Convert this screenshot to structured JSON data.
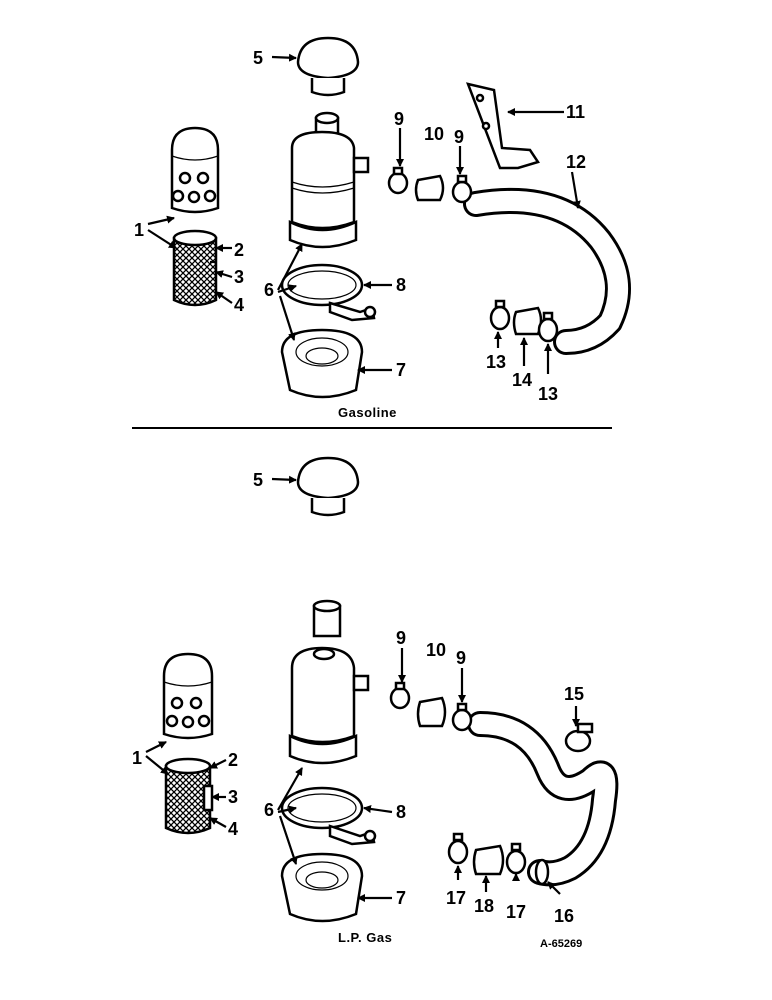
{
  "diagram": {
    "sections": [
      {
        "caption": "Gasoline"
      },
      {
        "caption": "L.P. Gas"
      }
    ],
    "drawing_number": "A-65269",
    "labels": {
      "n1": "1",
      "n2": "2",
      "n3": "3",
      "n4": "4",
      "n5": "5",
      "n6": "6",
      "n7": "7",
      "n8": "8",
      "n9": "9",
      "n10": "10",
      "n11": "11",
      "n12": "12",
      "n13": "13",
      "n14": "14",
      "n15": "15",
      "n16": "16",
      "n17": "17",
      "n18": "18"
    }
  }
}
